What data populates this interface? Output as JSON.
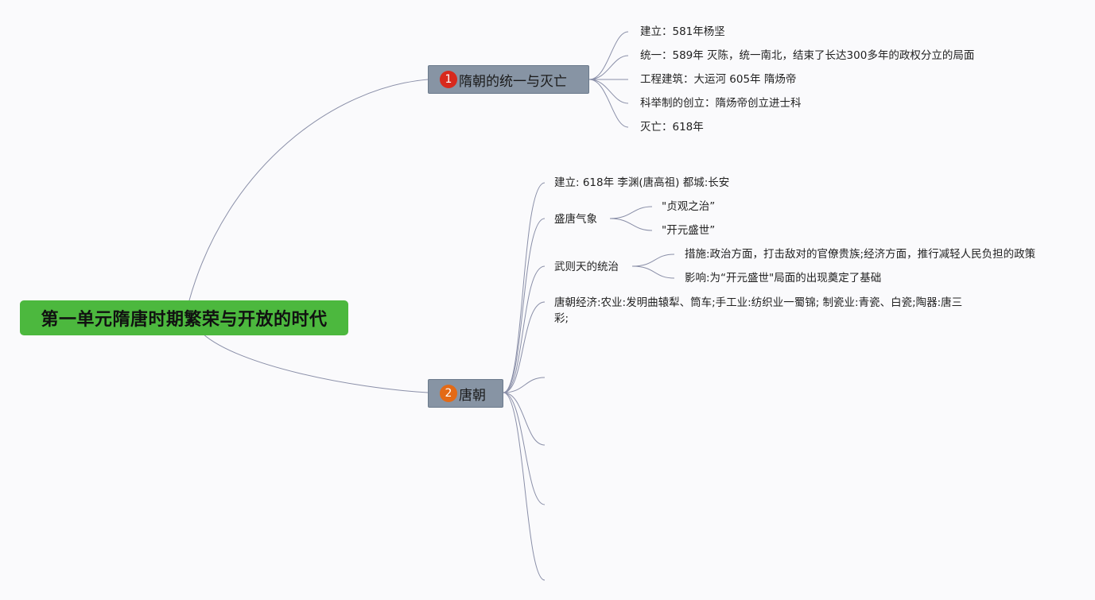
{
  "root": {
    "label": "第一单元隋唐时期繁荣与开放的时代"
  },
  "sui": {
    "number": "1",
    "label": "隋朝的统一与灭亡",
    "items": [
      "建立：581年杨坚",
      "统一：589年 灭陈，统一南北，结束了长达300多年的政权分立的局面",
      "工程建筑：大运河 605年 隋炀帝",
      "科举制的创立：隋炀帝创立进士科",
      "灭亡：618年"
    ]
  },
  "tang": {
    "number": "2",
    "label": "唐朝",
    "founding": "建立: 618年 李渊(唐高祖) 都城:长安",
    "prosperity": {
      "label": "盛唐气象",
      "children": [
        "\"贞观之治”",
        "\"开元盛世”"
      ]
    },
    "wuzetian": {
      "label": "武则天的统治",
      "children": [
        "措施:政治方面，打击敌对的官僚贵族;经济方面，推行减轻人民负担的政策",
        "影响:为“开元盛世\"局面的出现奠定了基础"
      ]
    },
    "economy": "唐朝经济:农业:发明曲辕犁、筒车;手工业:纺织业一蜀锦; 制瓷业:青瓷、白瓷;陶器:唐三彩;"
  },
  "colors": {
    "root_fill": "#4cb83e",
    "main_fill": "#8794a4",
    "badge_1": "#d8291d",
    "badge_2": "#e36a16",
    "connector": "#8a8fa8"
  }
}
